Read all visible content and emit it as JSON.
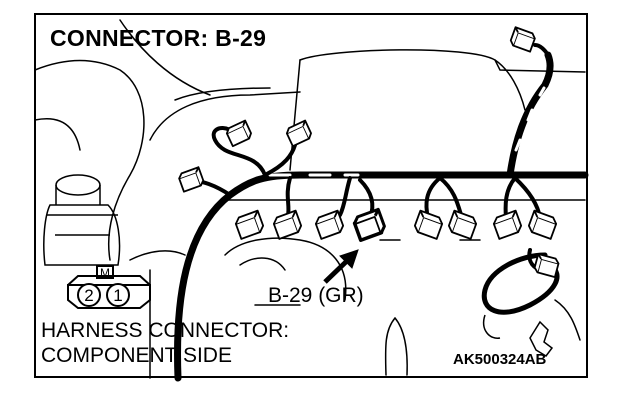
{
  "header": {
    "title": "CONNECTOR: B-29"
  },
  "callout": {
    "label": "B-29 (GR)"
  },
  "caption": {
    "line1": "HARNESS CONNECTOR:",
    "line2": "COMPONENT SIDE"
  },
  "figure_code": "AK500324AB",
  "connector_face": {
    "terminals": [
      "2",
      "1"
    ],
    "marker": "M"
  },
  "colors": {
    "ink": "#000000",
    "background": "#ffffff",
    "frame": "#000000"
  }
}
